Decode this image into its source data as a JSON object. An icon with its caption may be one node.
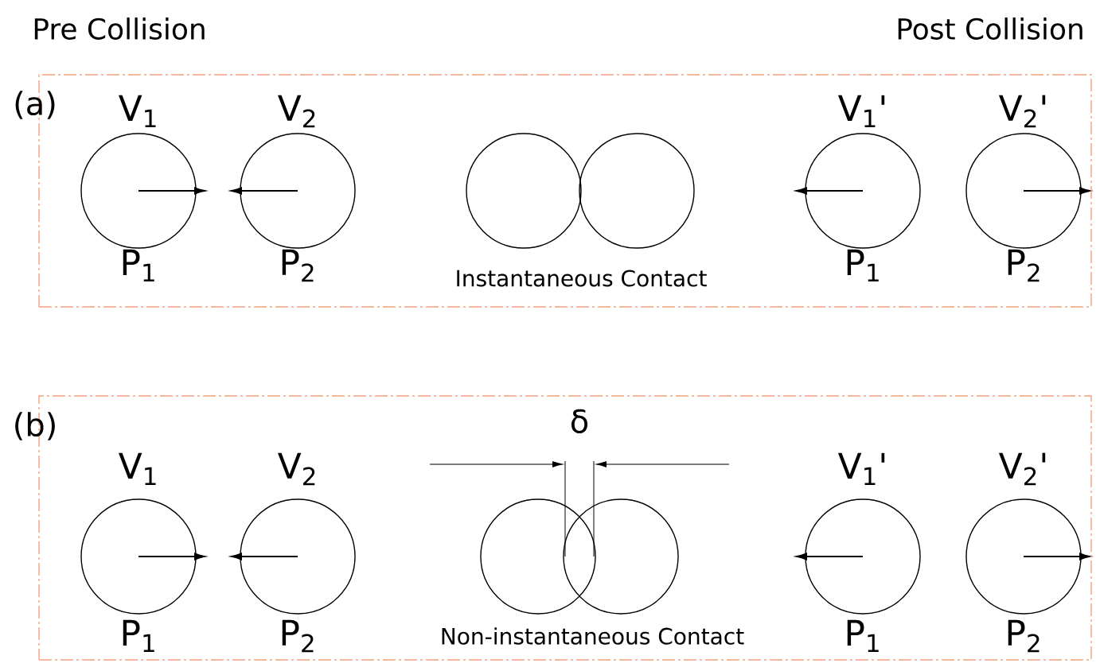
{
  "diagram": {
    "nodes": [
      {
        "text": [
          "(a)"
        ]
      },
      {
        "text": [],
        "shape": "circle",
        "in": 0,
        "beside": [
          "V$_{1}$",
          "P$_{1}$"
        ]
      },
      {
        "text": [],
        "shape": "circle",
        "in": 0,
        "beside": [
          "V$_{2}$",
          "P$_{2}$"
        ]
      },
      {
        "text": [],
        "shape": "circle",
        "in": 0
      },
      {
        "text": [],
        "shape": "circle",
        "in": 0
      },
      {
        "text": [],
        "shape": "circle",
        "in": 0,
        "beside": [
          "V$_{1}$'",
          "P$_{1}$"
        ]
      },
      {
        "text": [],
        "shape": "circle",
        "in": 0,
        "beside": [
          "V$_{2}$'",
          "P$_{2}$"
        ]
      },
      {
        "text": [
          "(b)"
        ]
      },
      {
        "text": [],
        "shape": "circle",
        "in": 7,
        "beside": [
          "V$_{1}$",
          "P$_{1}$"
        ]
      },
      {
        "text": [],
        "shape": "circle",
        "in": 7,
        "beside": [
          "V$_{2}$",
          "P$_{2}$"
        ]
      },
      {
        "text": [],
        "shape": "circle",
        "in": 7
      },
      {
        "text": [],
        "shape": "circle",
        "in": 7
      },
      {
        "text": [],
        "shape": "circle",
        "in": 7,
        "beside": [
          "V$_{1}$'",
          "P$_{1}$"
        ]
      },
      {
        "text": [],
        "shape": "circle",
        "in": 7,
        "beside": [
          "V$_{2}$'",
          "P$_{2}$"
        ]
      }
    ],
    "labels": [
      "Pre Collision",
      "Post Collision",
      "Instantaneous Contact",
      "δ",
      "Non-instantaneous Contact"
    ]
  }
}
